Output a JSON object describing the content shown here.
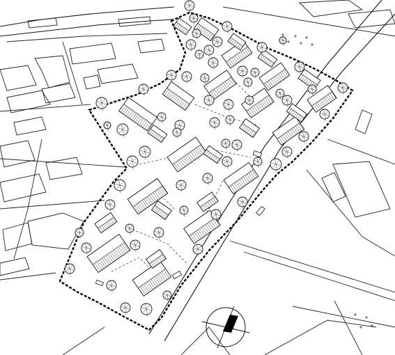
{
  "plan": {
    "type": "site master plan axonometric",
    "style": "black line drawing on white",
    "house_count": 27,
    "tree_count": 62,
    "boundary_style": "heavy dashed line",
    "north_arrow": "north-arrow-icon"
  }
}
